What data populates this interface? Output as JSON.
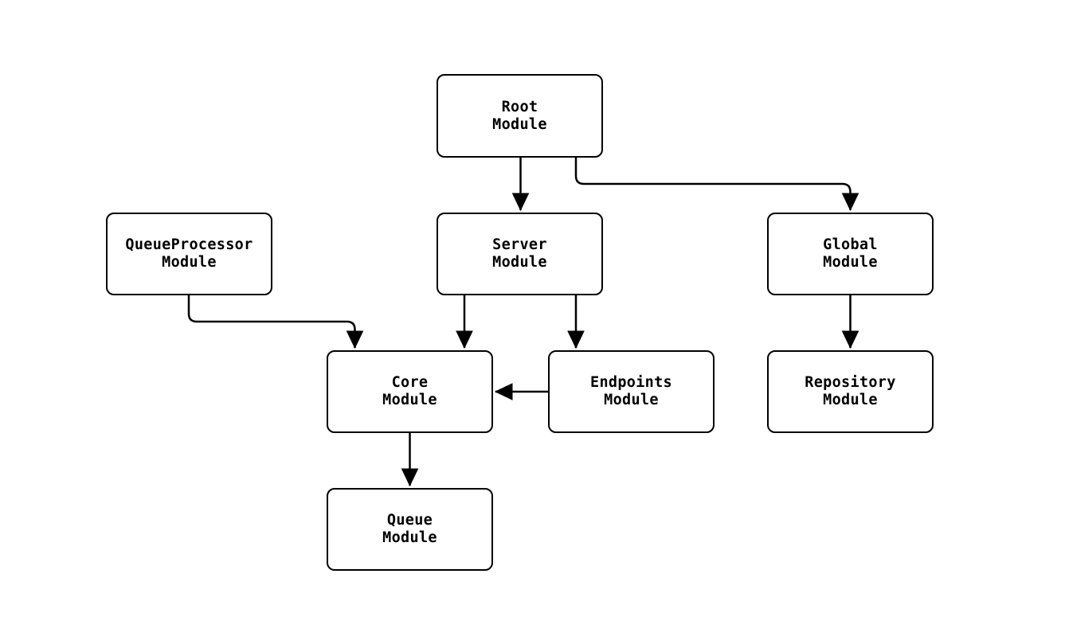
{
  "diagram": {
    "type": "flowchart",
    "direction": "top-down",
    "background_color": "#ffffff",
    "node_fill_color": "#ffffff",
    "node_border_color": "#000000",
    "edge_color": "#000000",
    "text_color": "#000000",
    "nodes": {
      "root": {
        "label": "Root\nModule"
      },
      "queueprocessor": {
        "label": "QueueProcessor\nModule"
      },
      "server": {
        "label": "Server\nModule"
      },
      "global": {
        "label": "Global\nModule"
      },
      "core": {
        "label": "Core\nModule"
      },
      "endpoints": {
        "label": "Endpoints\nModule"
      },
      "repository": {
        "label": "Repository\nModule"
      },
      "queue": {
        "label": "Queue\nModule"
      }
    },
    "edges": [
      {
        "from": "Root Module",
        "to": "Server Module"
      },
      {
        "from": "Root Module",
        "to": "Global Module"
      },
      {
        "from": "QueueProcessor Module",
        "to": "Core Module"
      },
      {
        "from": "Server Module",
        "to": "Core Module"
      },
      {
        "from": "Server Module",
        "to": "Endpoints Module"
      },
      {
        "from": "Endpoints Module",
        "to": "Core Module"
      },
      {
        "from": "Global Module",
        "to": "Repository Module"
      },
      {
        "from": "Core Module",
        "to": "Queue Module"
      }
    ]
  }
}
